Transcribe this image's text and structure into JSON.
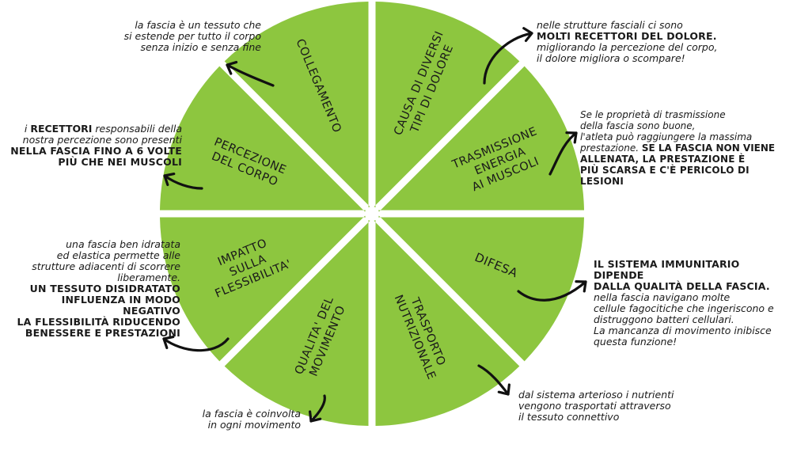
{
  "colors": {
    "slice": "#8dc63f",
    "text": "#1a1a1a",
    "arrow": "#111111",
    "background": "#ffffff"
  },
  "slices": [
    {
      "id": "causa",
      "lines": [
        "CAUSA DI DIVERSI",
        "TIPI DI DOLORE"
      ]
    },
    {
      "id": "trasmissione",
      "lines": [
        "TRASMISSIONE",
        "ENERGIA",
        "AI MUSCOLI"
      ]
    },
    {
      "id": "difesa",
      "lines": [
        "DIFESA"
      ]
    },
    {
      "id": "trasporto",
      "lines": [
        "TRASPORTO",
        "NUTRIZIONALE"
      ]
    },
    {
      "id": "qualita",
      "lines": [
        "QUALITA' DEL",
        "MOVIMENTO"
      ]
    },
    {
      "id": "impatto",
      "lines": [
        "IMPATTO",
        "SULLA",
        "FLESSIBILITA'"
      ]
    },
    {
      "id": "percezione",
      "lines": [
        "PERCEZIONE",
        "DEL CORPO"
      ]
    },
    {
      "id": "collegamento",
      "lines": [
        "COLLEGAMENTO"
      ]
    }
  ],
  "notes": {
    "collegamento": {
      "l1": "la fascia è un tessuto che",
      "l2": "si estende per tutto il corpo",
      "l3": "senza inizio e senza fine"
    },
    "causa": {
      "l1": "nelle strutture fasciali ci sono",
      "b1": "MOLTI RECETTORI DEL DOLORE.",
      "l2": "migliorando la percezione del corpo,",
      "l3": "il dolore migliora o scompare!"
    },
    "percezione": {
      "p1": "i ",
      "b0": "RECETTORI",
      "p2": " responsabili della",
      "l2": "nostra percezione sono presenti",
      "b1": "NELLA FASCIA FINO A 6 VOLTE",
      "b2": "PIÙ CHE NEI MUSCOLI"
    },
    "trasmissione": {
      "l1": "Se le proprietà di trasmissione",
      "l2": "della fascia sono buone,",
      "l3": "l'atleta può raggiungere la massima",
      "l4a": "prestazione. ",
      "b1": "SE LA FASCIA NON VIENE",
      "b2": "ALLENATA, LA PRESTAZIONE È",
      "b3": "PIÙ SCARSA E C'È PERICOLO DI LESIONI"
    },
    "impatto": {
      "l1": "una fascia ben idratata",
      "l2": "ed elastica permette alle",
      "l3": "strutture adiacenti di scorrere",
      "l4": "liberamente.",
      "b1": "UN TESSUTO DISIDRATATO",
      "b2": "INFLUENZA IN MODO NEGATIVO",
      "b3": "LA FLESSIBILITÀ RIDUCENDO",
      "b4": "BENESSERE E PRESTAZIONI"
    },
    "difesa": {
      "b1": "IL SISTEMA IMMUNITARIO DIPENDE",
      "b2": "DALLA QUALITÀ DELLA FASCIA.",
      "l1": "nella fascia navigano molte",
      "l2": "cellule fagocitiche che ingeriscono e",
      "l3": "distruggono batteri cellulari.",
      "l4": "La mancanza di movimento inibisce",
      "l5": "questa funzione!"
    },
    "trasporto": {
      "l1": "dal sistema arterioso i nutrienti",
      "l2": "vengono trasportati attraverso",
      "l3": "il tessuto connettivo"
    },
    "qualita": {
      "l1": "la fascia è coinvolta",
      "l2": "in ogni movimento"
    }
  }
}
